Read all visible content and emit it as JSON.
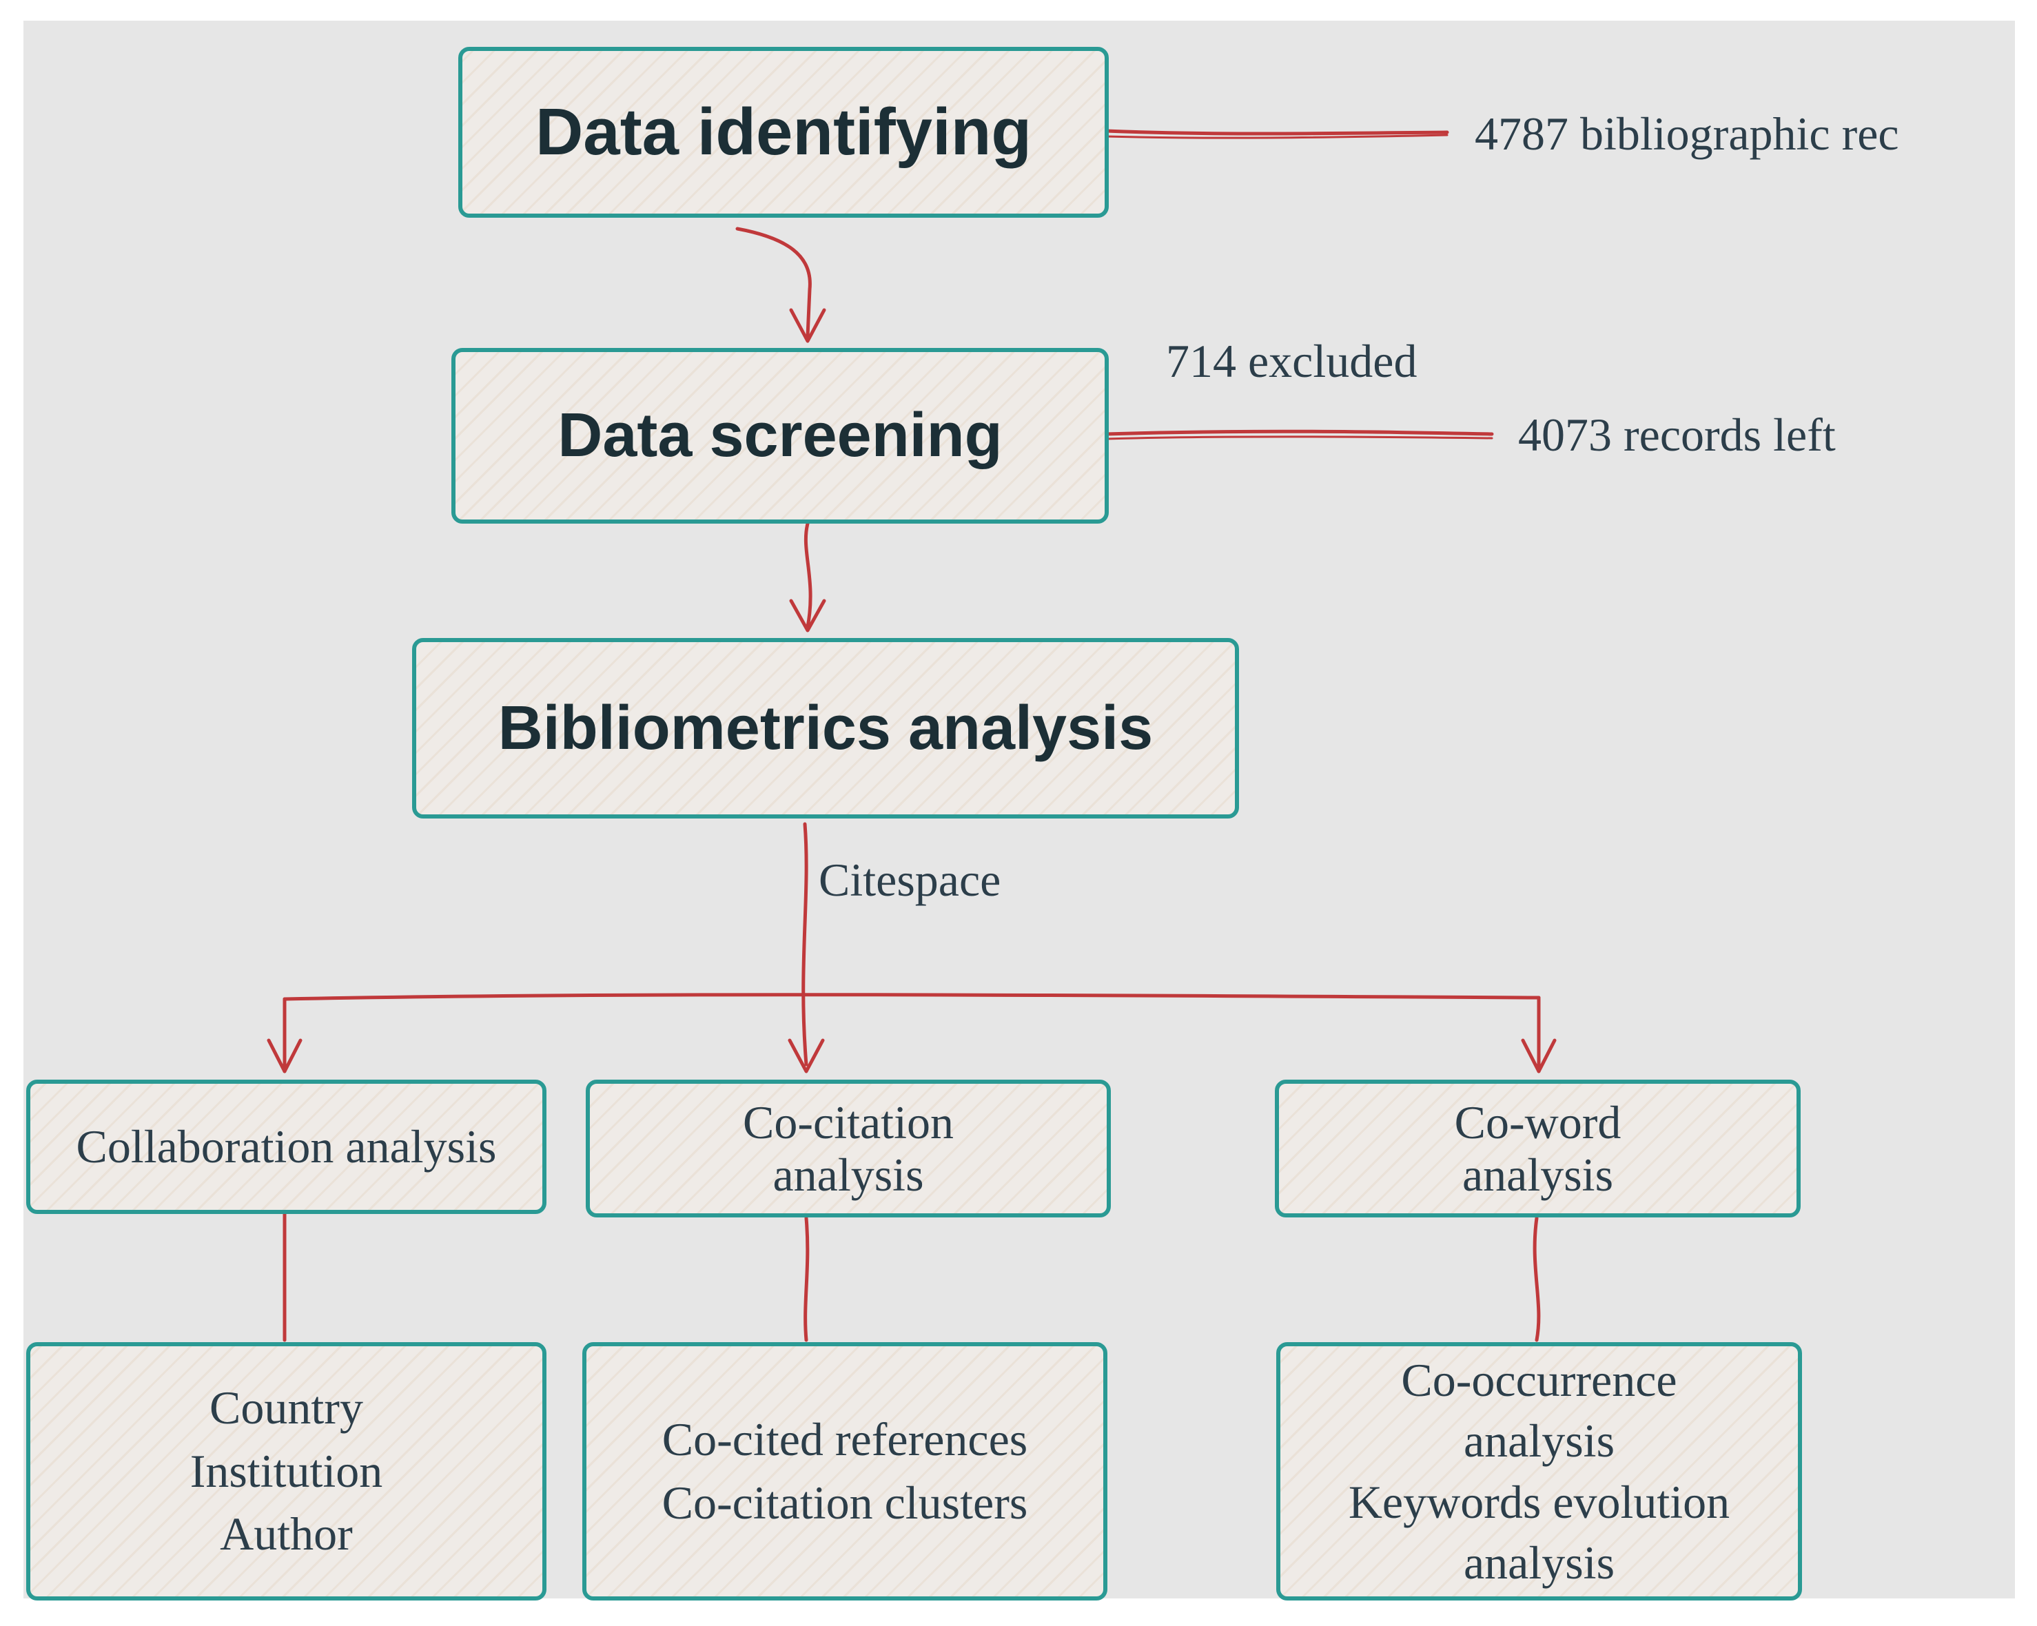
{
  "nodes": {
    "identifying": "Data identifying",
    "screening": "Data screening",
    "bibliometrics": "Bibliometrics analysis",
    "collaboration": [
      "Collaboration analysis"
    ],
    "cocitation": [
      "Co-citation",
      "analysis"
    ],
    "coword": [
      "Co-word",
      "analysis"
    ],
    "collab_detail": [
      "Country",
      "Institution",
      "Author"
    ],
    "cocitation_detail": [
      "Co-cited references",
      "Co-citation clusters"
    ],
    "coword_detail": [
      "Co-occurrence",
      "analysis",
      "Keywords evolution",
      "analysis"
    ]
  },
  "notes": {
    "records": "4787 bibliographic rec",
    "excluded": "714 excluded",
    "left": "4073 records left",
    "tool": "Citespace"
  },
  "colors": {
    "box_border": "#2a9a94",
    "box_fill": "#efebe7",
    "connector": "#c0393b",
    "text": "#2c3e4a"
  }
}
